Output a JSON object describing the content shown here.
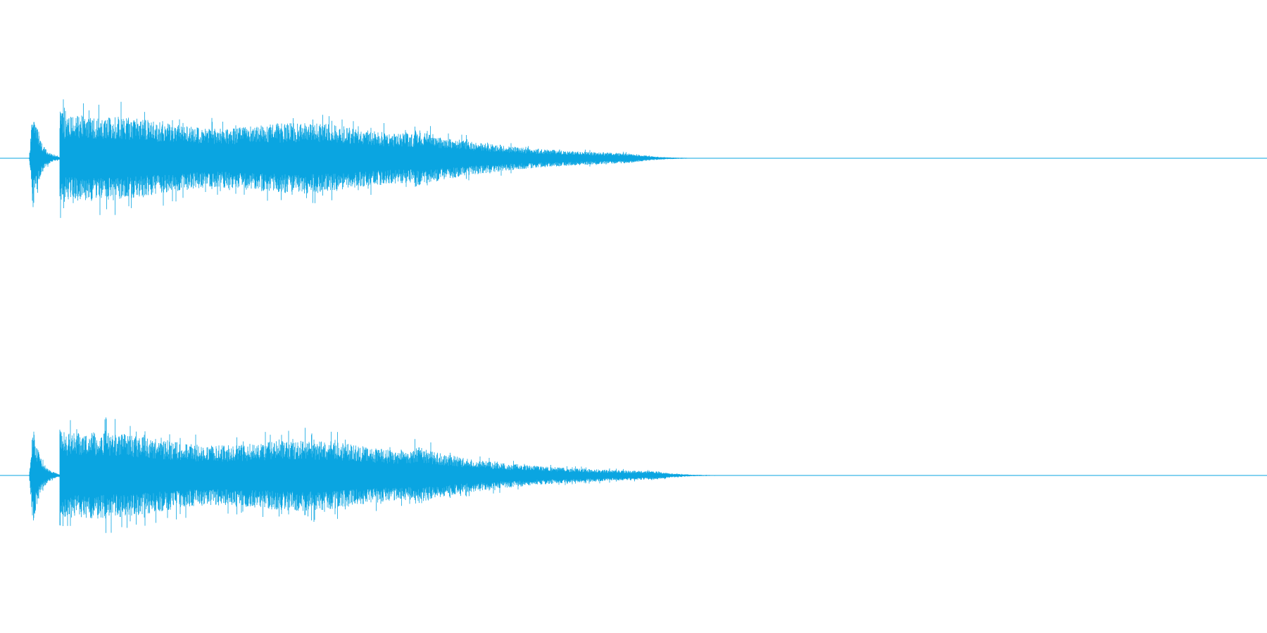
{
  "waveform": {
    "color": "#0aa5e1",
    "background": "#ffffff",
    "channels": [
      {
        "channel_name": "",
        "bursts": [
          {
            "onset": 0.023,
            "peak": 0.78,
            "attack": 0.003,
            "decay": 0.006
          },
          {
            "onset": 0.047,
            "peak": 0.8,
            "attack": 0.002,
            "decay": 0.24
          }
        ],
        "noise_tail_end": 0.5
      },
      {
        "channel_name": "",
        "bursts": [
          {
            "onset": 0.023,
            "peak": 0.78,
            "attack": 0.003,
            "decay": 0.006
          },
          {
            "onset": 0.047,
            "peak": 0.8,
            "attack": 0.002,
            "decay": 0.24
          }
        ],
        "noise_tail_end": 0.52
      }
    ]
  }
}
